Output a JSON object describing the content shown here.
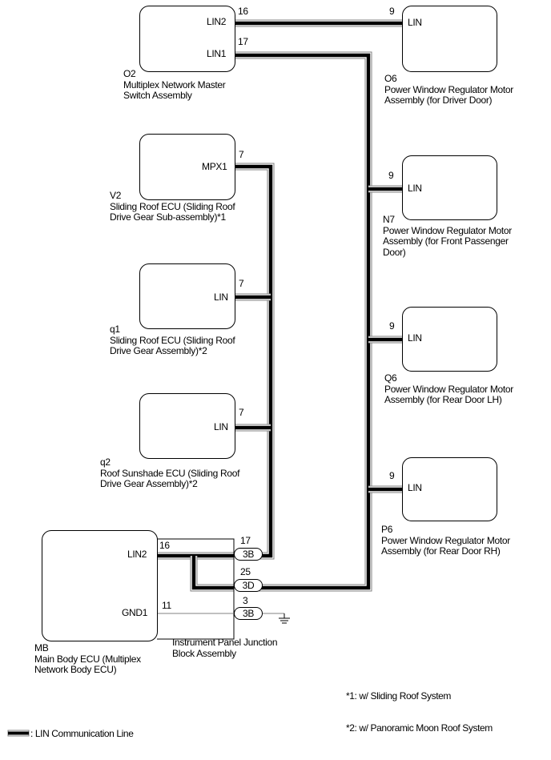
{
  "components": {
    "o2": {
      "code": "O2",
      "name_line1": "Multiplex Network Master",
      "name_line2": "Switch Assembly",
      "pins": {
        "lin2": "LIN2",
        "lin2_no": "16",
        "lin1": "LIN1",
        "lin1_no": "17"
      }
    },
    "o6": {
      "code": "O6",
      "name_line1": "Power Window Regulator Motor",
      "name_line2": "Assembly (for Driver Door)",
      "pins": {
        "lin": "LIN",
        "lin_no": "9"
      }
    },
    "v2": {
      "code": "V2",
      "name_line1": "Sliding Roof ECU (Sliding Roof",
      "name_line2": "Drive Gear Sub-assembly)*1",
      "pins": {
        "mpx1": "MPX1",
        "mpx1_no": "7"
      }
    },
    "n7": {
      "code": "N7",
      "name_line1": "Power Window Regulator Motor",
      "name_line2": "Assembly (for Front Passenger",
      "name_line3": "Door)",
      "pins": {
        "lin": "LIN",
        "lin_no": "9"
      }
    },
    "q1": {
      "code": "q1",
      "name_line1": "Sliding Roof ECU (Sliding Roof",
      "name_line2": "Drive Gear Assembly)*2",
      "pins": {
        "lin": "LIN",
        "lin_no": "7"
      }
    },
    "q6": {
      "code": "Q6",
      "name_line1": "Power Window Regulator Motor",
      "name_line2": "Assembly (for Rear Door LH)",
      "pins": {
        "lin": "LIN",
        "lin_no": "9"
      }
    },
    "q2": {
      "code": "q2",
      "name_line1": "Roof Sunshade ECU (Sliding Roof",
      "name_line2": "Drive Gear Assembly)*2",
      "pins": {
        "lin": "LIN",
        "lin_no": "7"
      }
    },
    "p6": {
      "code": "P6",
      "name_line1": "Power Window Regulator Motor",
      "name_line2": "Assembly (for Rear Door RH)",
      "pins": {
        "lin": "LIN",
        "lin_no": "9"
      }
    },
    "mb": {
      "code": "MB",
      "name_line1": "Main Body ECU (Multiplex",
      "name_line2": "Network Body ECU)",
      "pins": {
        "lin2": "LIN2",
        "lin2_no": "16",
        "gnd1": "GND1",
        "gnd1_no": "11"
      }
    },
    "junction_block": {
      "name_line1": "Instrument Panel Junction",
      "name_line2": "Block Assembly",
      "connectors": [
        {
          "code": "3B",
          "pin": "17"
        },
        {
          "code": "3D",
          "pin": "25"
        },
        {
          "code": "3B",
          "pin": "3"
        }
      ]
    }
  },
  "footnotes": {
    "note1": "*1: w/ Sliding Roof System",
    "note2": "*2: w/ Panoramic Moon Roof System"
  },
  "legend": {
    "lin_line": ": LIN Communication Line"
  },
  "colors": {
    "wire": "#000000",
    "wire_outline": "#808080",
    "thin_wire": "#808080"
  }
}
